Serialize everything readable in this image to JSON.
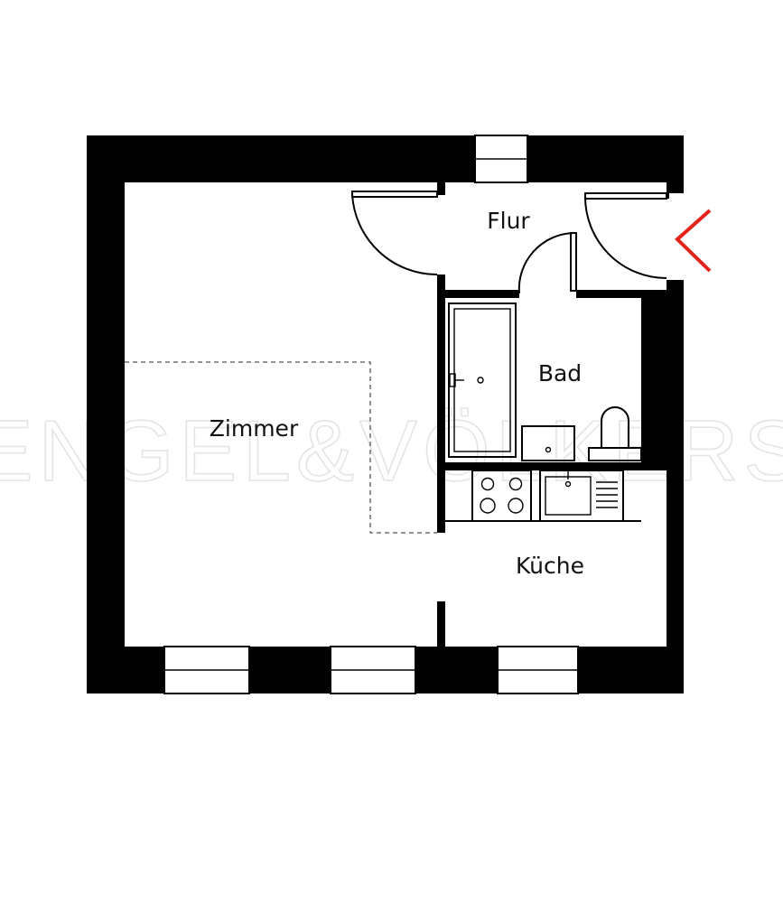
{
  "watermark": "ENGEL&VÖLKERS",
  "rooms": {
    "flur": "Flur",
    "bad": "Bad",
    "zimmer": "Zimmer",
    "kueche": "Küche"
  },
  "colors": {
    "wall": "#000000",
    "entrance_marker": "#e5231b",
    "watermark": "#e4e4e4"
  },
  "icons": {
    "entrance": "entrance-arrow-icon"
  }
}
